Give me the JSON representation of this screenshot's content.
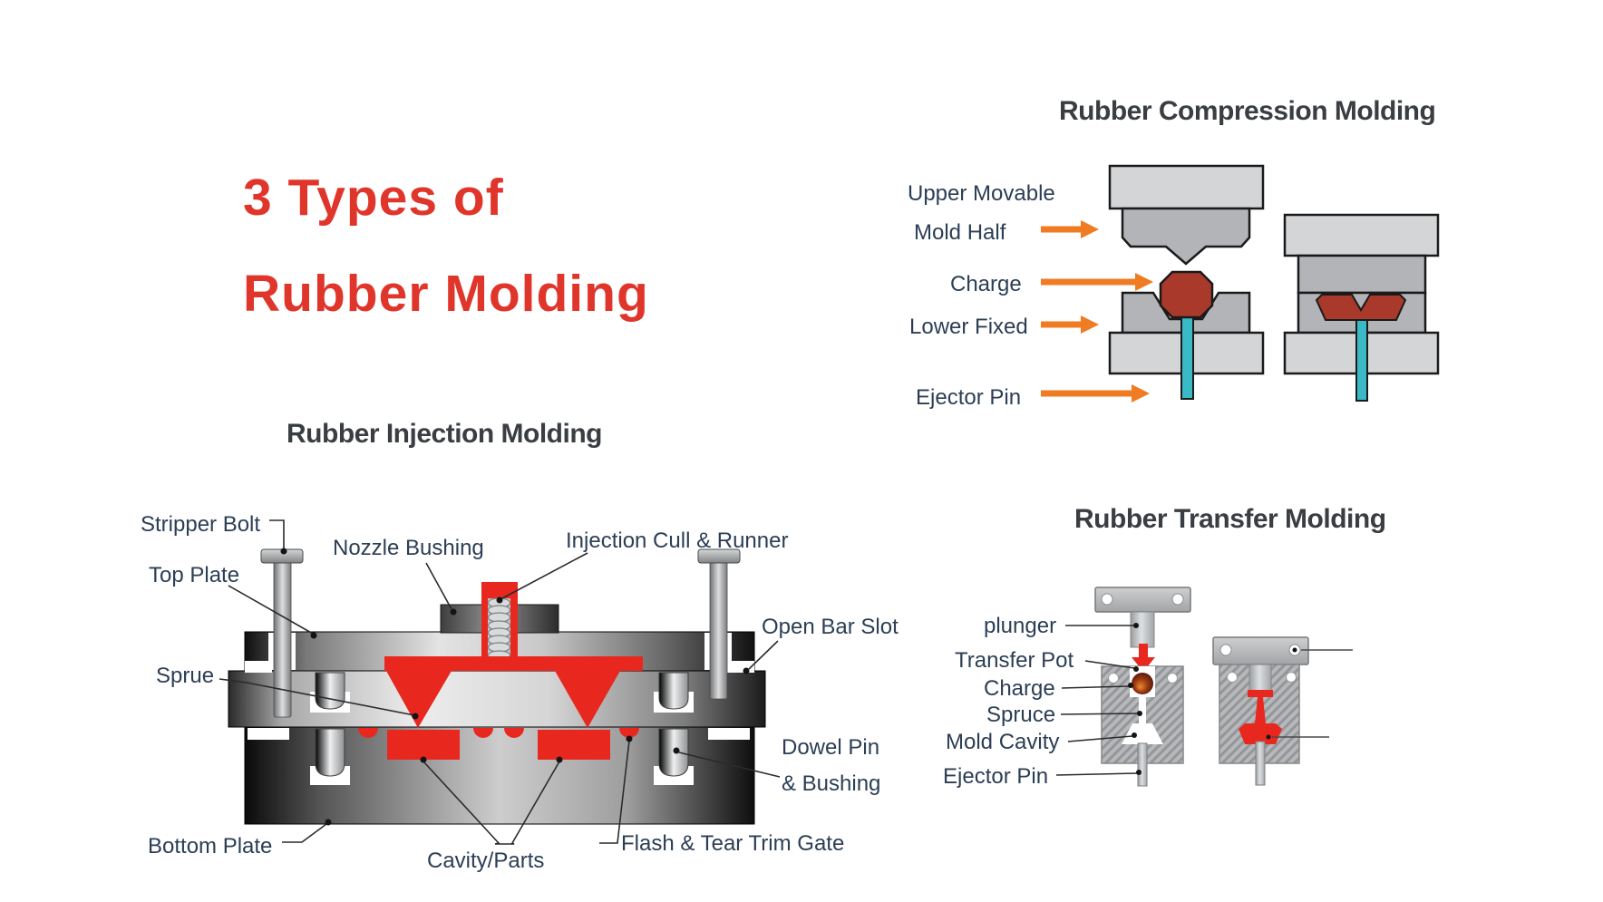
{
  "main_title": {
    "line1": "3 Types of",
    "line2": "Rubber Molding"
  },
  "colors": {
    "title_red": "#e0352b",
    "heading_charcoal": "#3a3d42",
    "label_navy": "#2c3e55",
    "arrow_orange": "#ef7b23",
    "mold_red": "#e8281e",
    "charge_brick": "#a9392b",
    "ejector_cyan": "#3ab9c6",
    "plate_light": "#d3d5d7",
    "plate_mid": "#b2b4b7"
  },
  "sections": {
    "compression": {
      "title": "Rubber Compression Molding",
      "labels": {
        "upper_movable": "Upper Movable",
        "mold_half": "Mold Half",
        "charge": "Charge",
        "lower_fixed": "Lower Fixed",
        "ejector_pin": "Ejector Pin"
      }
    },
    "injection": {
      "title": "Rubber Injection Molding",
      "labels": {
        "stripper_bolt": "Stripper Bolt",
        "top_plate": "Top Plate",
        "nozzle_bushing": "Nozzle Bushing",
        "injection_cull_runner": "Injection Cull & Runner",
        "open_bar_slot": "Open Bar Slot",
        "sprue": "Sprue",
        "dowel_pin": "Dowel Pin",
        "and_bushing": "& Bushing",
        "bottom_plate": "Bottom Plate",
        "cavity_parts": "Cavity/Parts",
        "flash_tear_trim_gate": "Flash & Tear Trim Gate"
      }
    },
    "transfer": {
      "title": "Rubber Transfer Molding",
      "labels": {
        "plunger": "plunger",
        "transfer_pot": "Transfer Pot",
        "charge": "Charge",
        "spruce": "Spruce",
        "mold_cavity": "Mold Cavity",
        "ejector_pin": "Ejector Pin"
      }
    }
  }
}
